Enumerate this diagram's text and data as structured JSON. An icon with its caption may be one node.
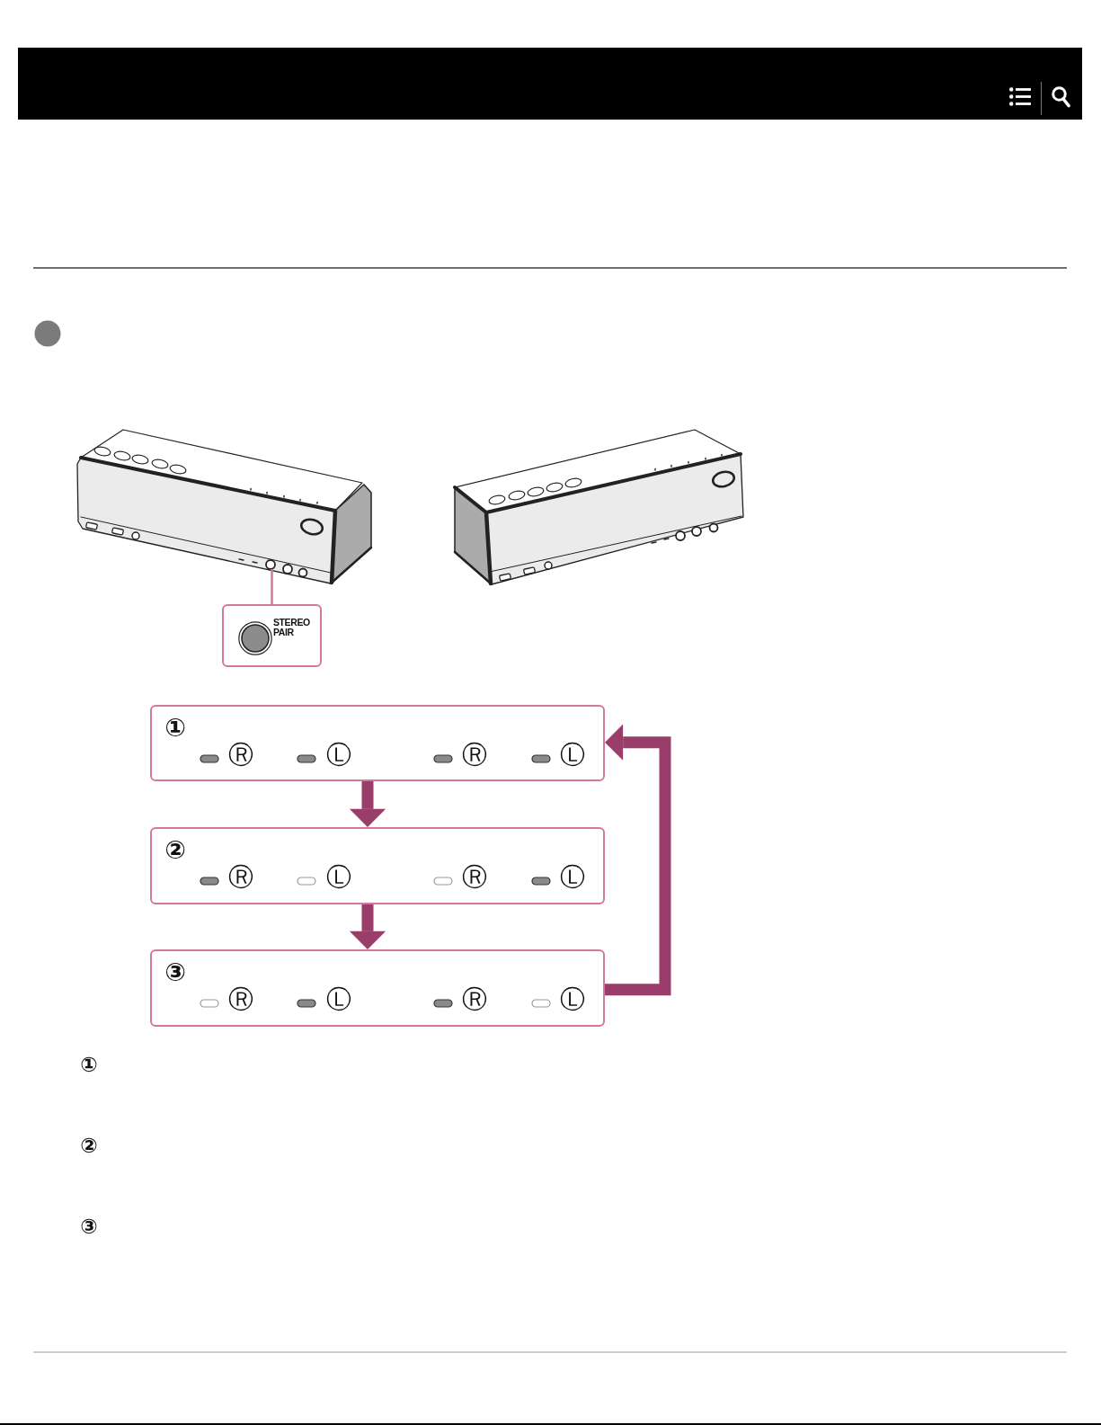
{
  "diagram": {
    "nodes": [
      {
        "text": [],
        "shape": "circle"
      },
      {
        "text": [
          "STEREO PAIR"
        ]
      },
      {
        "text": [
          "①",
          "Ⓡ",
          "Ⓛ",
          "Ⓡ",
          "Ⓛ"
        ]
      },
      {
        "text": [
          "②",
          "Ⓡ",
          "Ⓛ",
          "Ⓡ",
          "Ⓛ"
        ]
      },
      {
        "text": [
          "③",
          "Ⓡ",
          "Ⓛ",
          "Ⓡ",
          "Ⓛ"
        ]
      }
    ],
    "edges": [
      {
        "from": 1,
        "to": 0,
        "arrow": "none",
        "color": "#d4779f"
      },
      {
        "from": 2,
        "to": 3,
        "arrow": "to"
      },
      {
        "from": 3,
        "to": 4,
        "arrow": "to"
      },
      {
        "from": 4,
        "to": 2,
        "arrow": "to"
      }
    ],
    "labels": [
      "①",
      "②",
      "③"
    ]
  }
}
